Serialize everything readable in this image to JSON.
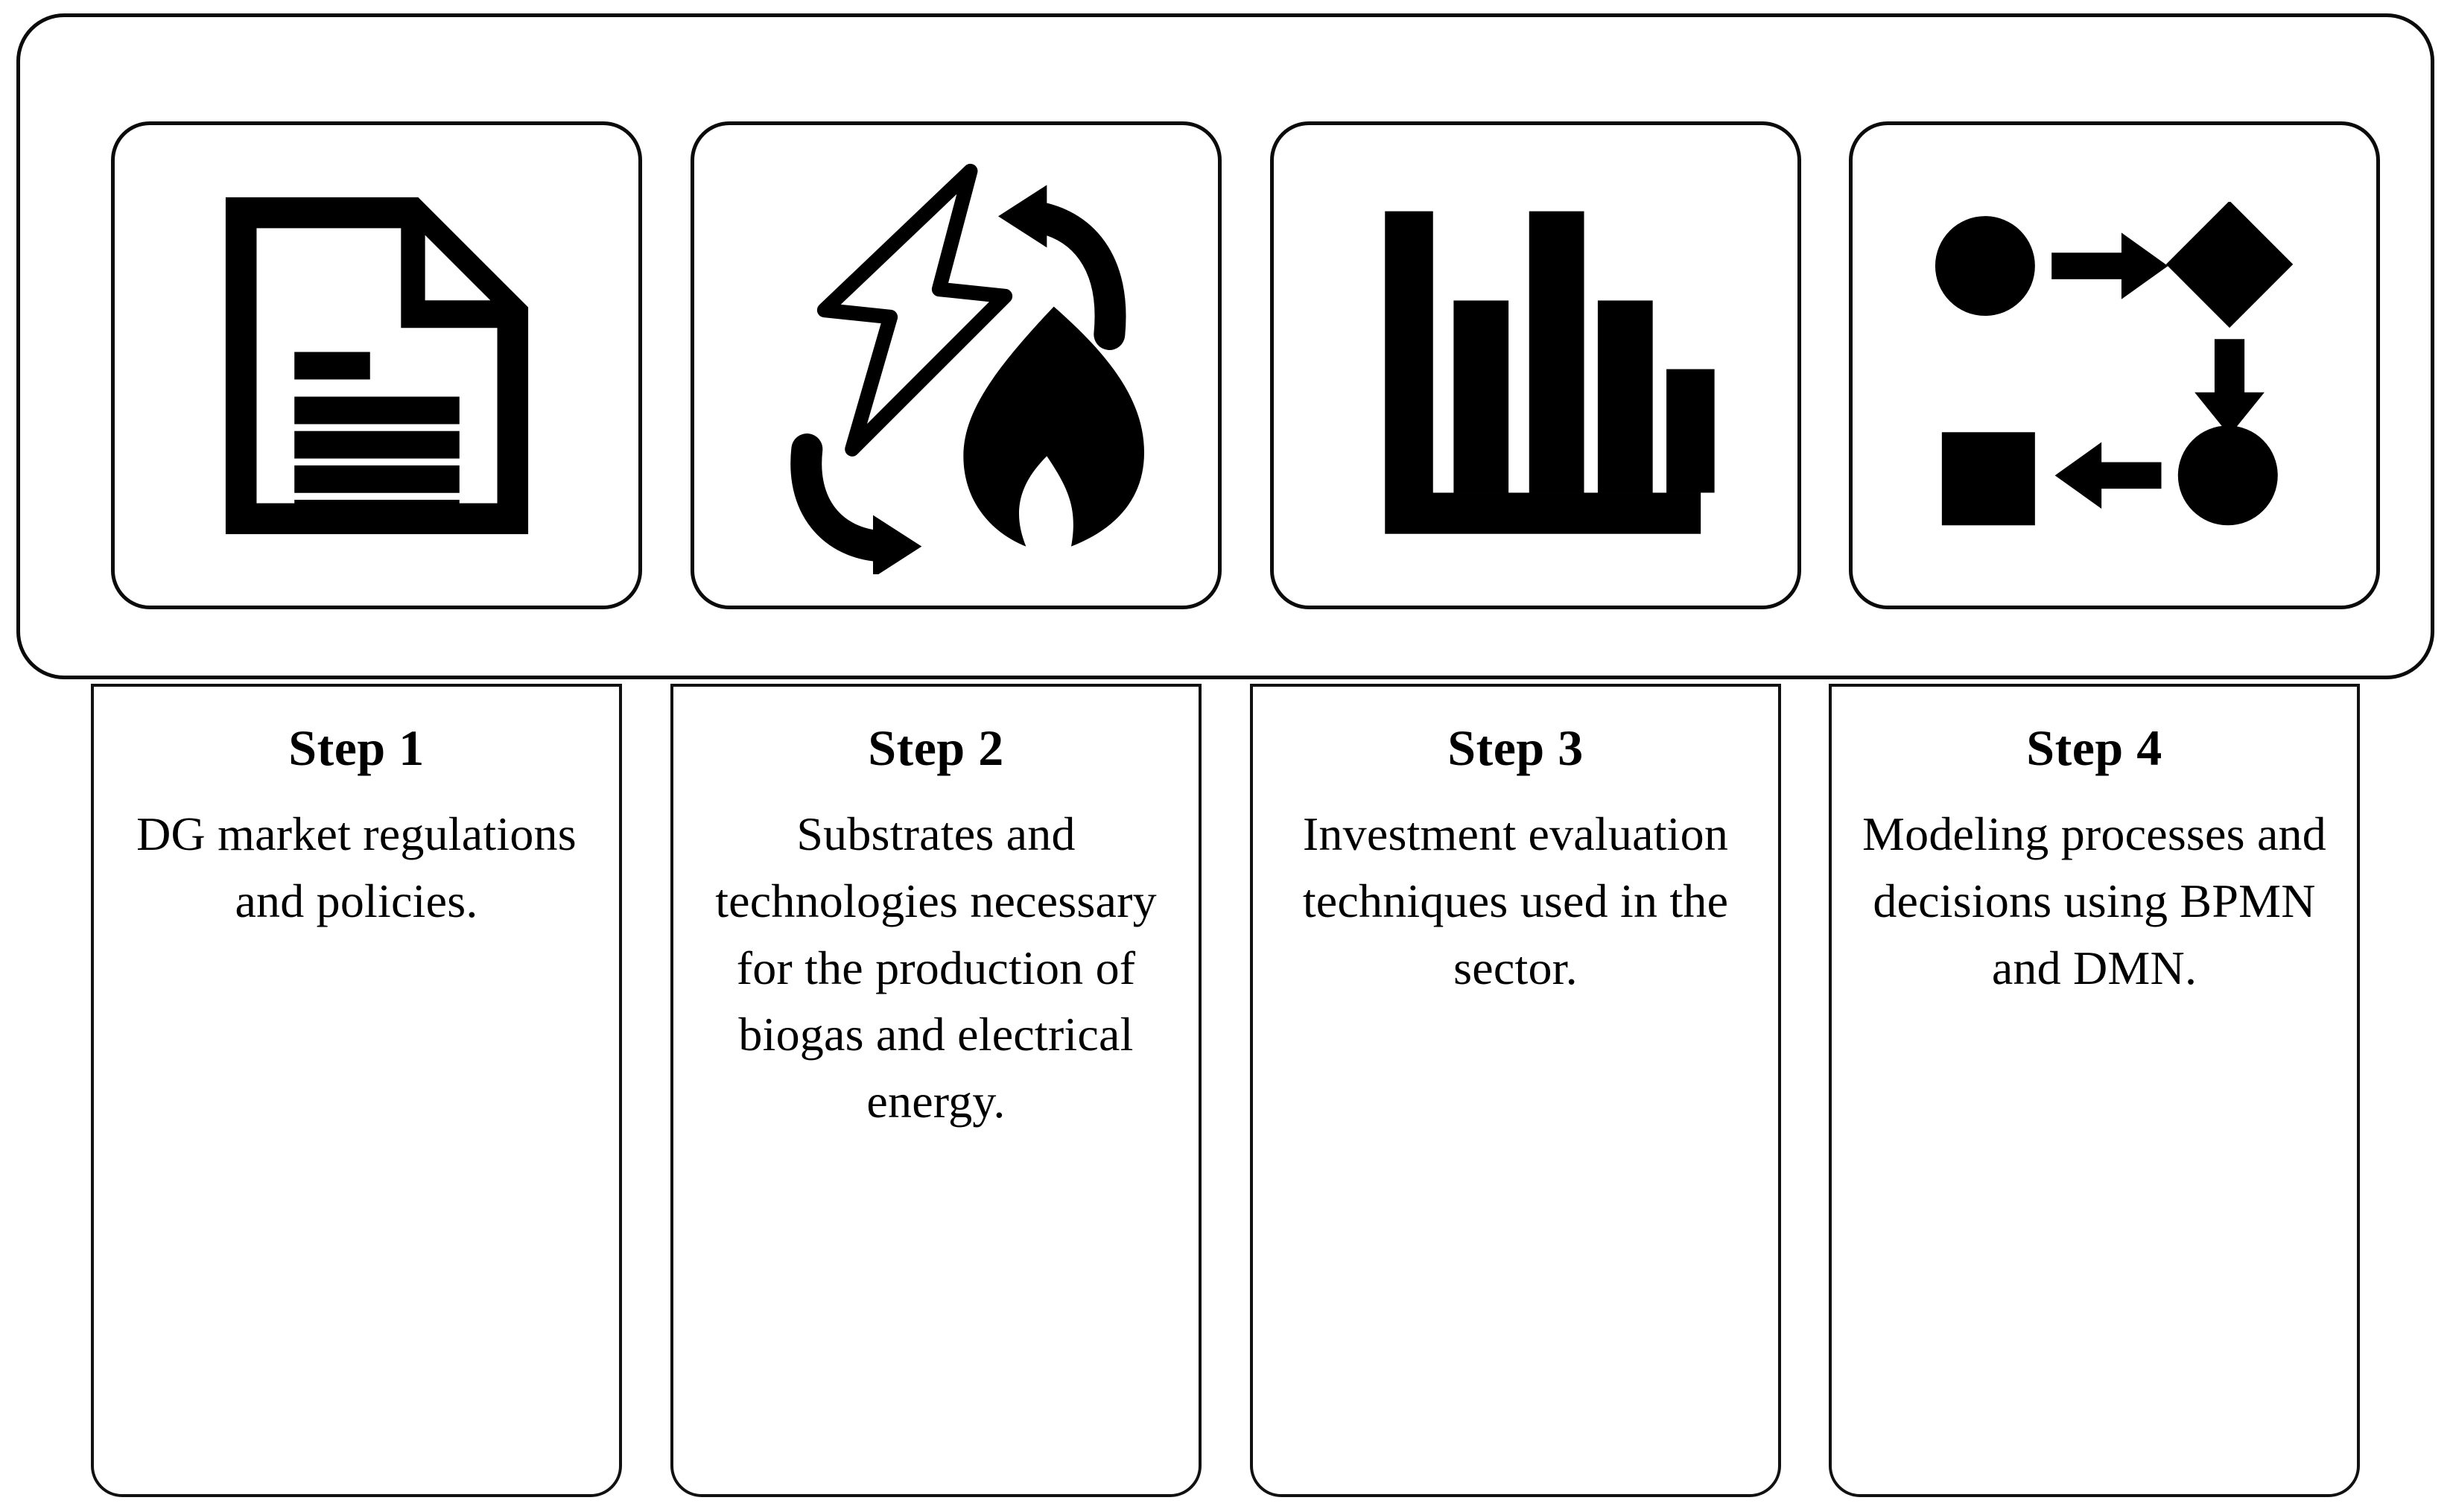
{
  "figure": {
    "type": "four-step process diagram",
    "orientation": "horizontal",
    "step_count": 4,
    "colors": {
      "background": "#ffffff",
      "stroke": "#000000",
      "icon_fill": "#000000"
    }
  },
  "icons": [
    {
      "name": "document-icon",
      "semantic": "document with text lines (regulations / policies)"
    },
    {
      "name": "energy-cycle-icon",
      "semantic": "lightning bolt and flame with circular arrows (biogas to electricity)"
    },
    {
      "name": "bar-chart-icon",
      "semantic": "descending bar chart with axes (investment evaluation)"
    },
    {
      "name": "process-flow-icon",
      "semantic": "BPMN flow: circle, arrow, diamond, arrow, circle, arrow, square"
    }
  ],
  "steps": [
    {
      "title": "Step 1",
      "body": "DG market regulations and policies.",
      "icon": "document-icon"
    },
    {
      "title": "Step 2",
      "body": "Substrates and technologies necessary for the production of biogas and electrical energy.",
      "icon": "energy-cycle-icon"
    },
    {
      "title": "Step 3",
      "body": "Investment evaluation techniques used in the sector.",
      "icon": "bar-chart-icon"
    },
    {
      "title": "Step 4",
      "body": "Modeling processes and decisions using BPMN and DMN.",
      "icon": "process-flow-icon"
    }
  ]
}
